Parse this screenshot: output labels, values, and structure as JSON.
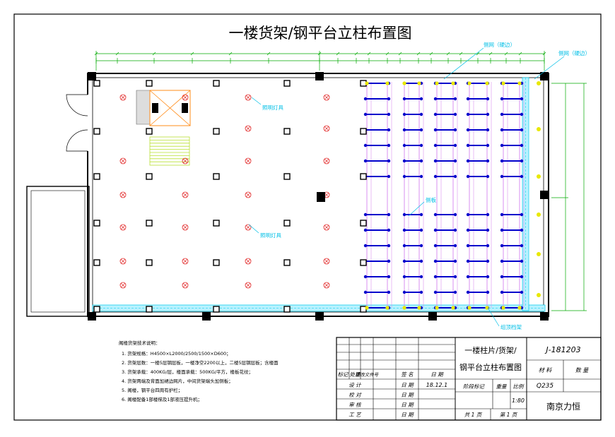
{
  "drawing": {
    "title": "一楼货架/钢平台立柱布置图",
    "labels": {
      "mesh_left": "侧网（硬边）",
      "mesh_right": "侧网（硬边）",
      "lamp_1": "照明灯具",
      "lamp_2": "照明灯具",
      "side_panel": "侧板",
      "beam_bottom": "组顶档架"
    },
    "notes": {
      "heading": "阁楼货架技术说明：",
      "items": [
        "1.   货架规格：H4500×L2000/2500/1500×D600；",
        "2.   货架层数：一楼5层钢层板，一楼净空2200以上，二楼5层钢层板；含楼面",
        "3.   货架承载：400KG/层，楼面承载：500KG/平方，楼板花纹；",
        "4. 货架两端及背面加裙边网片，中间货架端头加侧板；",
        "5. 阁楼，钢平台四周有护栏；",
        "6. 阁楼配备1部楼梯及1部液压提升机；"
      ]
    }
  },
  "title_block": {
    "drawing_name_line1": "一楼柱片/货架/",
    "drawing_name_line2": "钢平台立柱布置图",
    "drawing_no": "J-181203",
    "material_label": "材  料",
    "quantity_label": "数  量",
    "material_value": "Q235",
    "company": "南京力恒",
    "header_row": [
      "标记",
      "处理",
      "更改文件号",
      "签  名",
      "日  期"
    ],
    "design_label": "设  计",
    "check_label": "校  对",
    "review_label": "审  核",
    "process_label": "工  艺",
    "date_label": "日 期",
    "date_value": "18.12.1",
    "stage_label": "阶段标记",
    "weight_label": "重量",
    "scale_label": "比例",
    "scale_value": "1:80",
    "sheets_total": "共  1  页",
    "sheet_no": "第  1  页"
  },
  "colors": {
    "line": "#000000",
    "dimension": "#00aa00",
    "leader": "#00bfe6",
    "beam": "#0000cc",
    "shelf_frame": "#d98ff0",
    "channel": "#00c8e8",
    "yellow_node": "#e8e800",
    "lamp": "#e02020",
    "stair": "#b9e033",
    "lift": "#ff8c1a"
  }
}
